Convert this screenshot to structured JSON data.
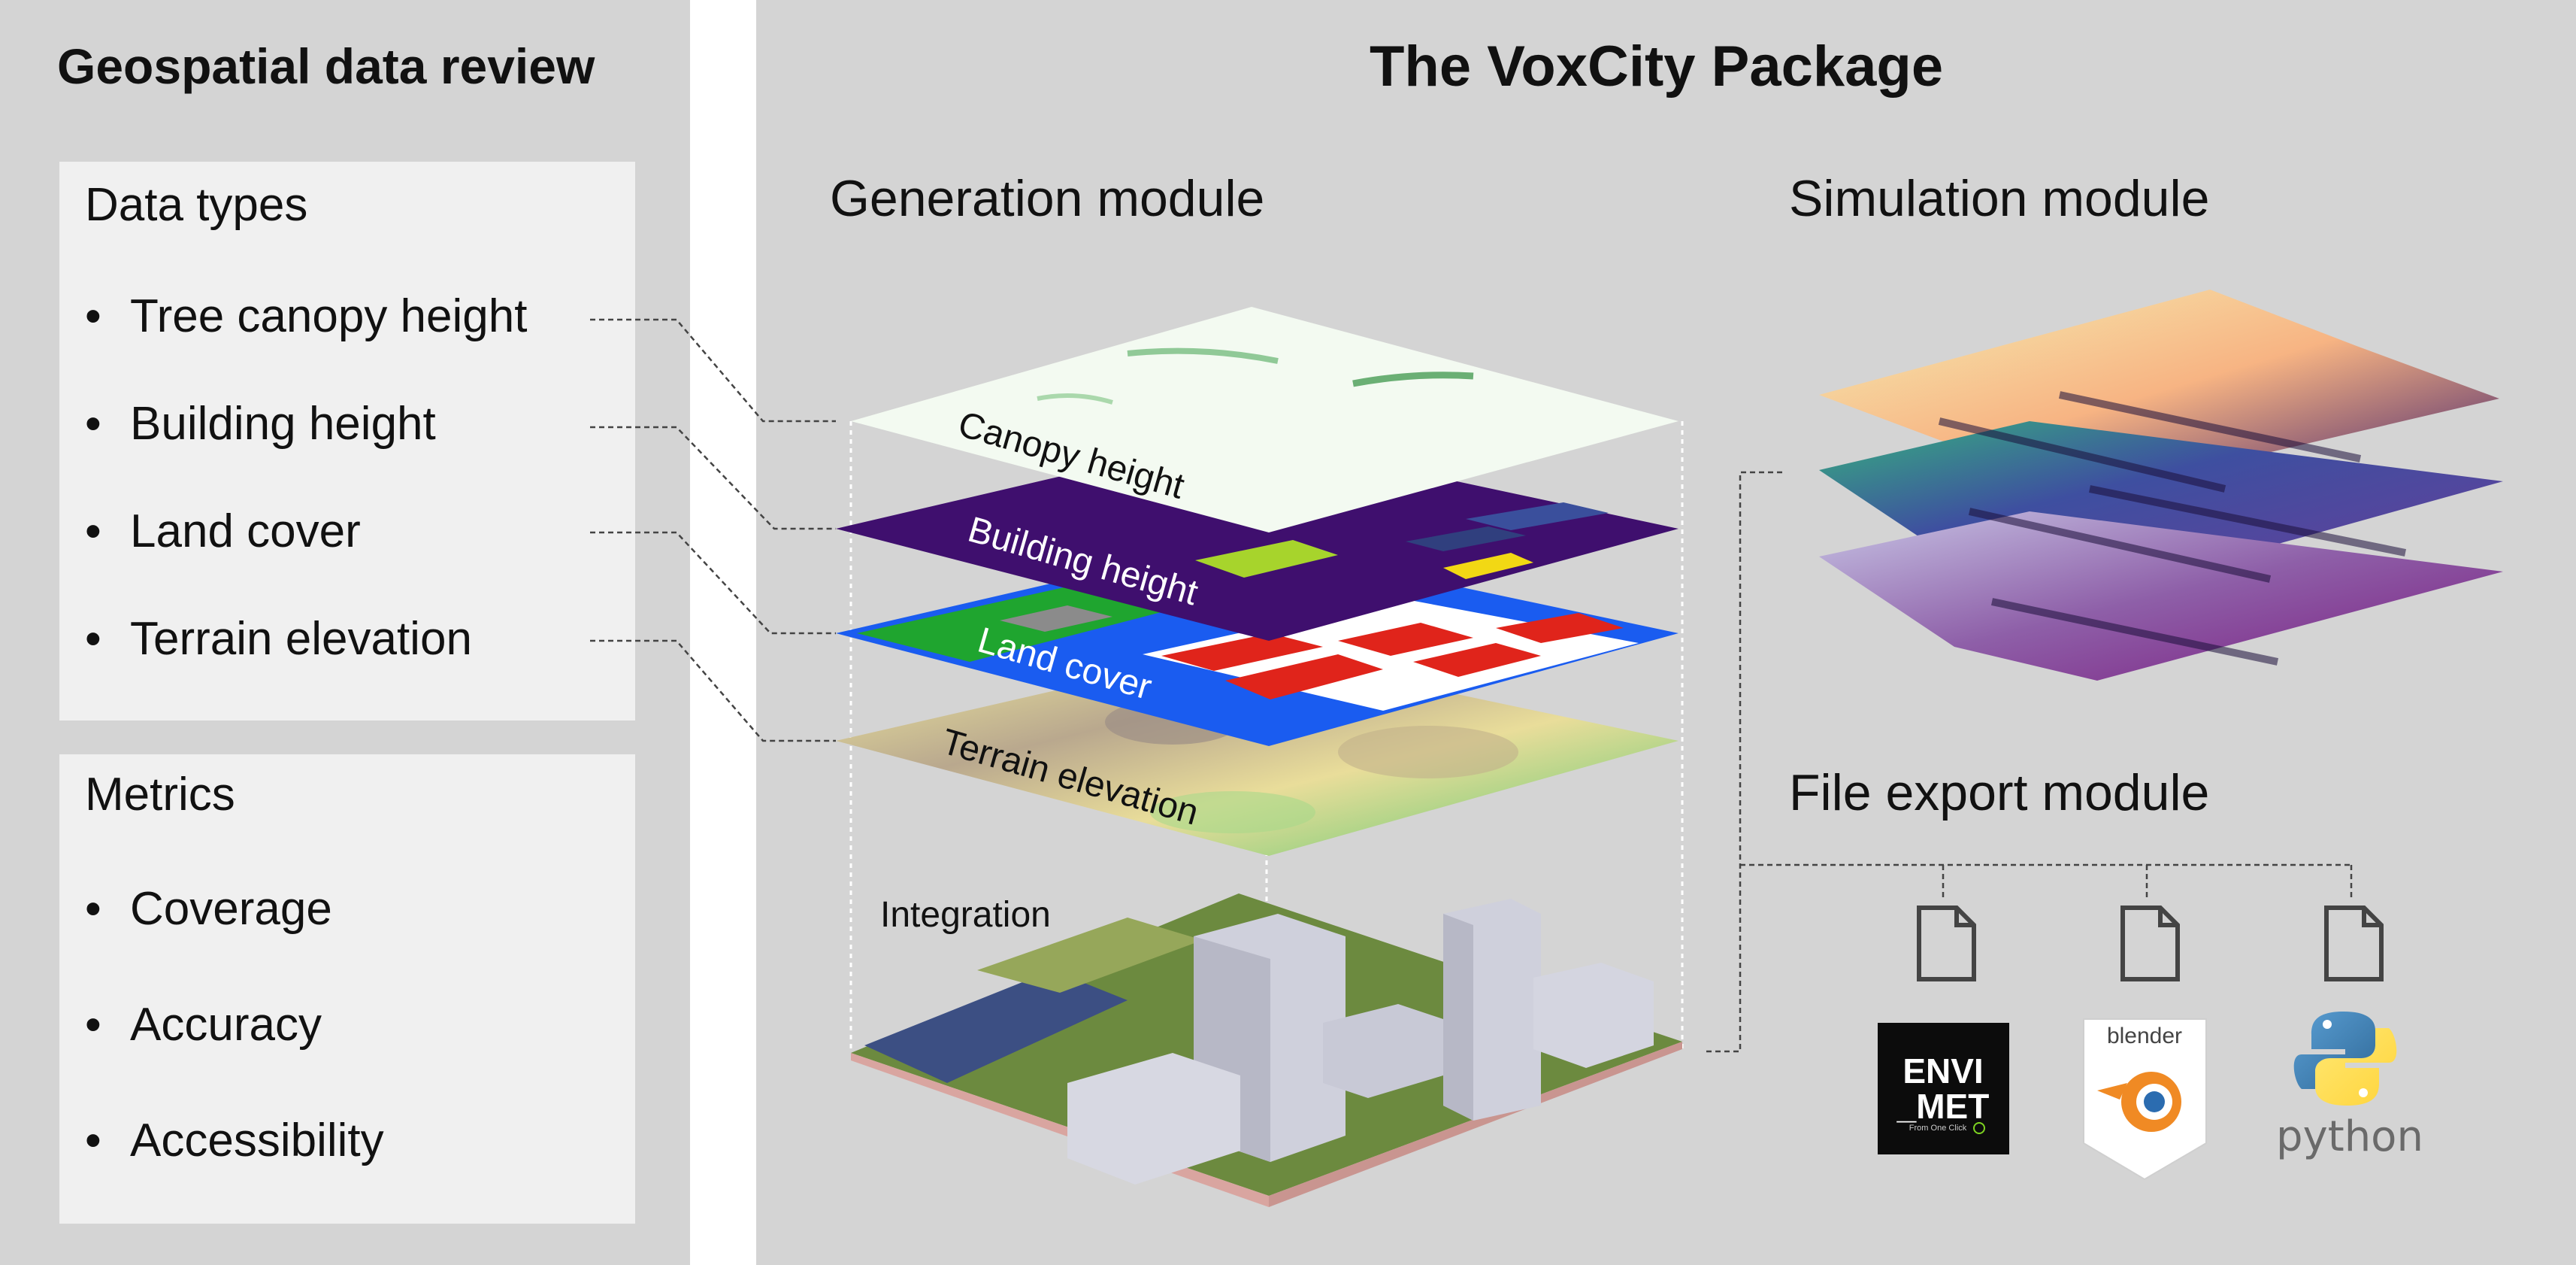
{
  "left_panel": {
    "title": "Geospatial data review",
    "data_types": {
      "heading": "Data types",
      "items": [
        "Tree canopy height",
        "Building height",
        "Land cover",
        "Terrain elevation"
      ]
    },
    "metrics": {
      "heading": "Metrics",
      "items": [
        "Coverage",
        "Accuracy",
        "Accessibility"
      ]
    },
    "bullet": "•"
  },
  "right_panel": {
    "title": "The VoxCity Package",
    "generation": {
      "title": "Generation module",
      "layers": [
        "Canopy height",
        "Building height",
        "Land cover",
        "Terrain elevation"
      ],
      "integration": "Integration"
    },
    "simulation": {
      "title": "Simulation module"
    },
    "export": {
      "title": "File export module",
      "targets": [
        {
          "name": "envimet",
          "icon": "envimet-logo",
          "text_line1": "ENVI",
          "text_line2": "_MET",
          "tagline": "From One Click"
        },
        {
          "name": "blender",
          "icon": "blender-logo",
          "text": "blender"
        },
        {
          "name": "python",
          "icon": "python-logo",
          "text": "python"
        }
      ]
    }
  },
  "colors": {
    "panel_bg": "#d4d4d4",
    "box_bg": "#f0f0f0",
    "building_layer": "#3f0f6e",
    "landcover_red": "#e0241b",
    "landcover_blue": "#1a5cf0",
    "landcover_green": "#1fa52f",
    "blender_orange": "#f08a24",
    "python_blue": "#3a74a8",
    "python_yellow": "#f7d53c"
  }
}
